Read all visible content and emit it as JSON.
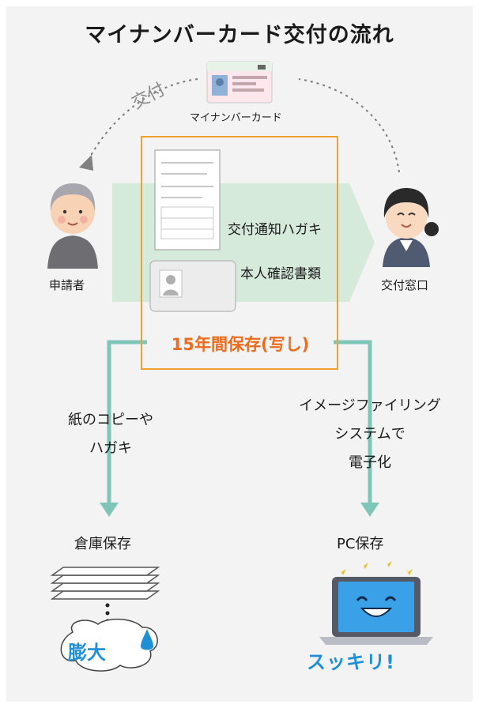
{
  "title": "マイナンバーカード交付の流れ",
  "card_label": "マイナンバーカード",
  "issue_arrow_label": "交付",
  "applicant_label": "申請者",
  "counter_label": "交付窓口",
  "notice_label": "交付通知ハガキ",
  "id_docs_label": "本人確認書類",
  "retention_label": "15年間保存(写し)",
  "left_branch": {
    "method_line1": "紙のコピーや",
    "method_line2": "ハガキ",
    "storage": "倉庫保存",
    "result": "膨大"
  },
  "right_branch": {
    "method_line1": "イメージファイリング",
    "method_line2": "システムで",
    "method_line3": "電子化",
    "storage": "PC保存",
    "result": "スッキリ!"
  },
  "colors": {
    "flow_band": "#d6eadb",
    "branch_line": "#7fc6b8",
    "box_border": "#f0a030",
    "retention_text": "#ec6b1e",
    "result_text": "#1f8fd6"
  }
}
